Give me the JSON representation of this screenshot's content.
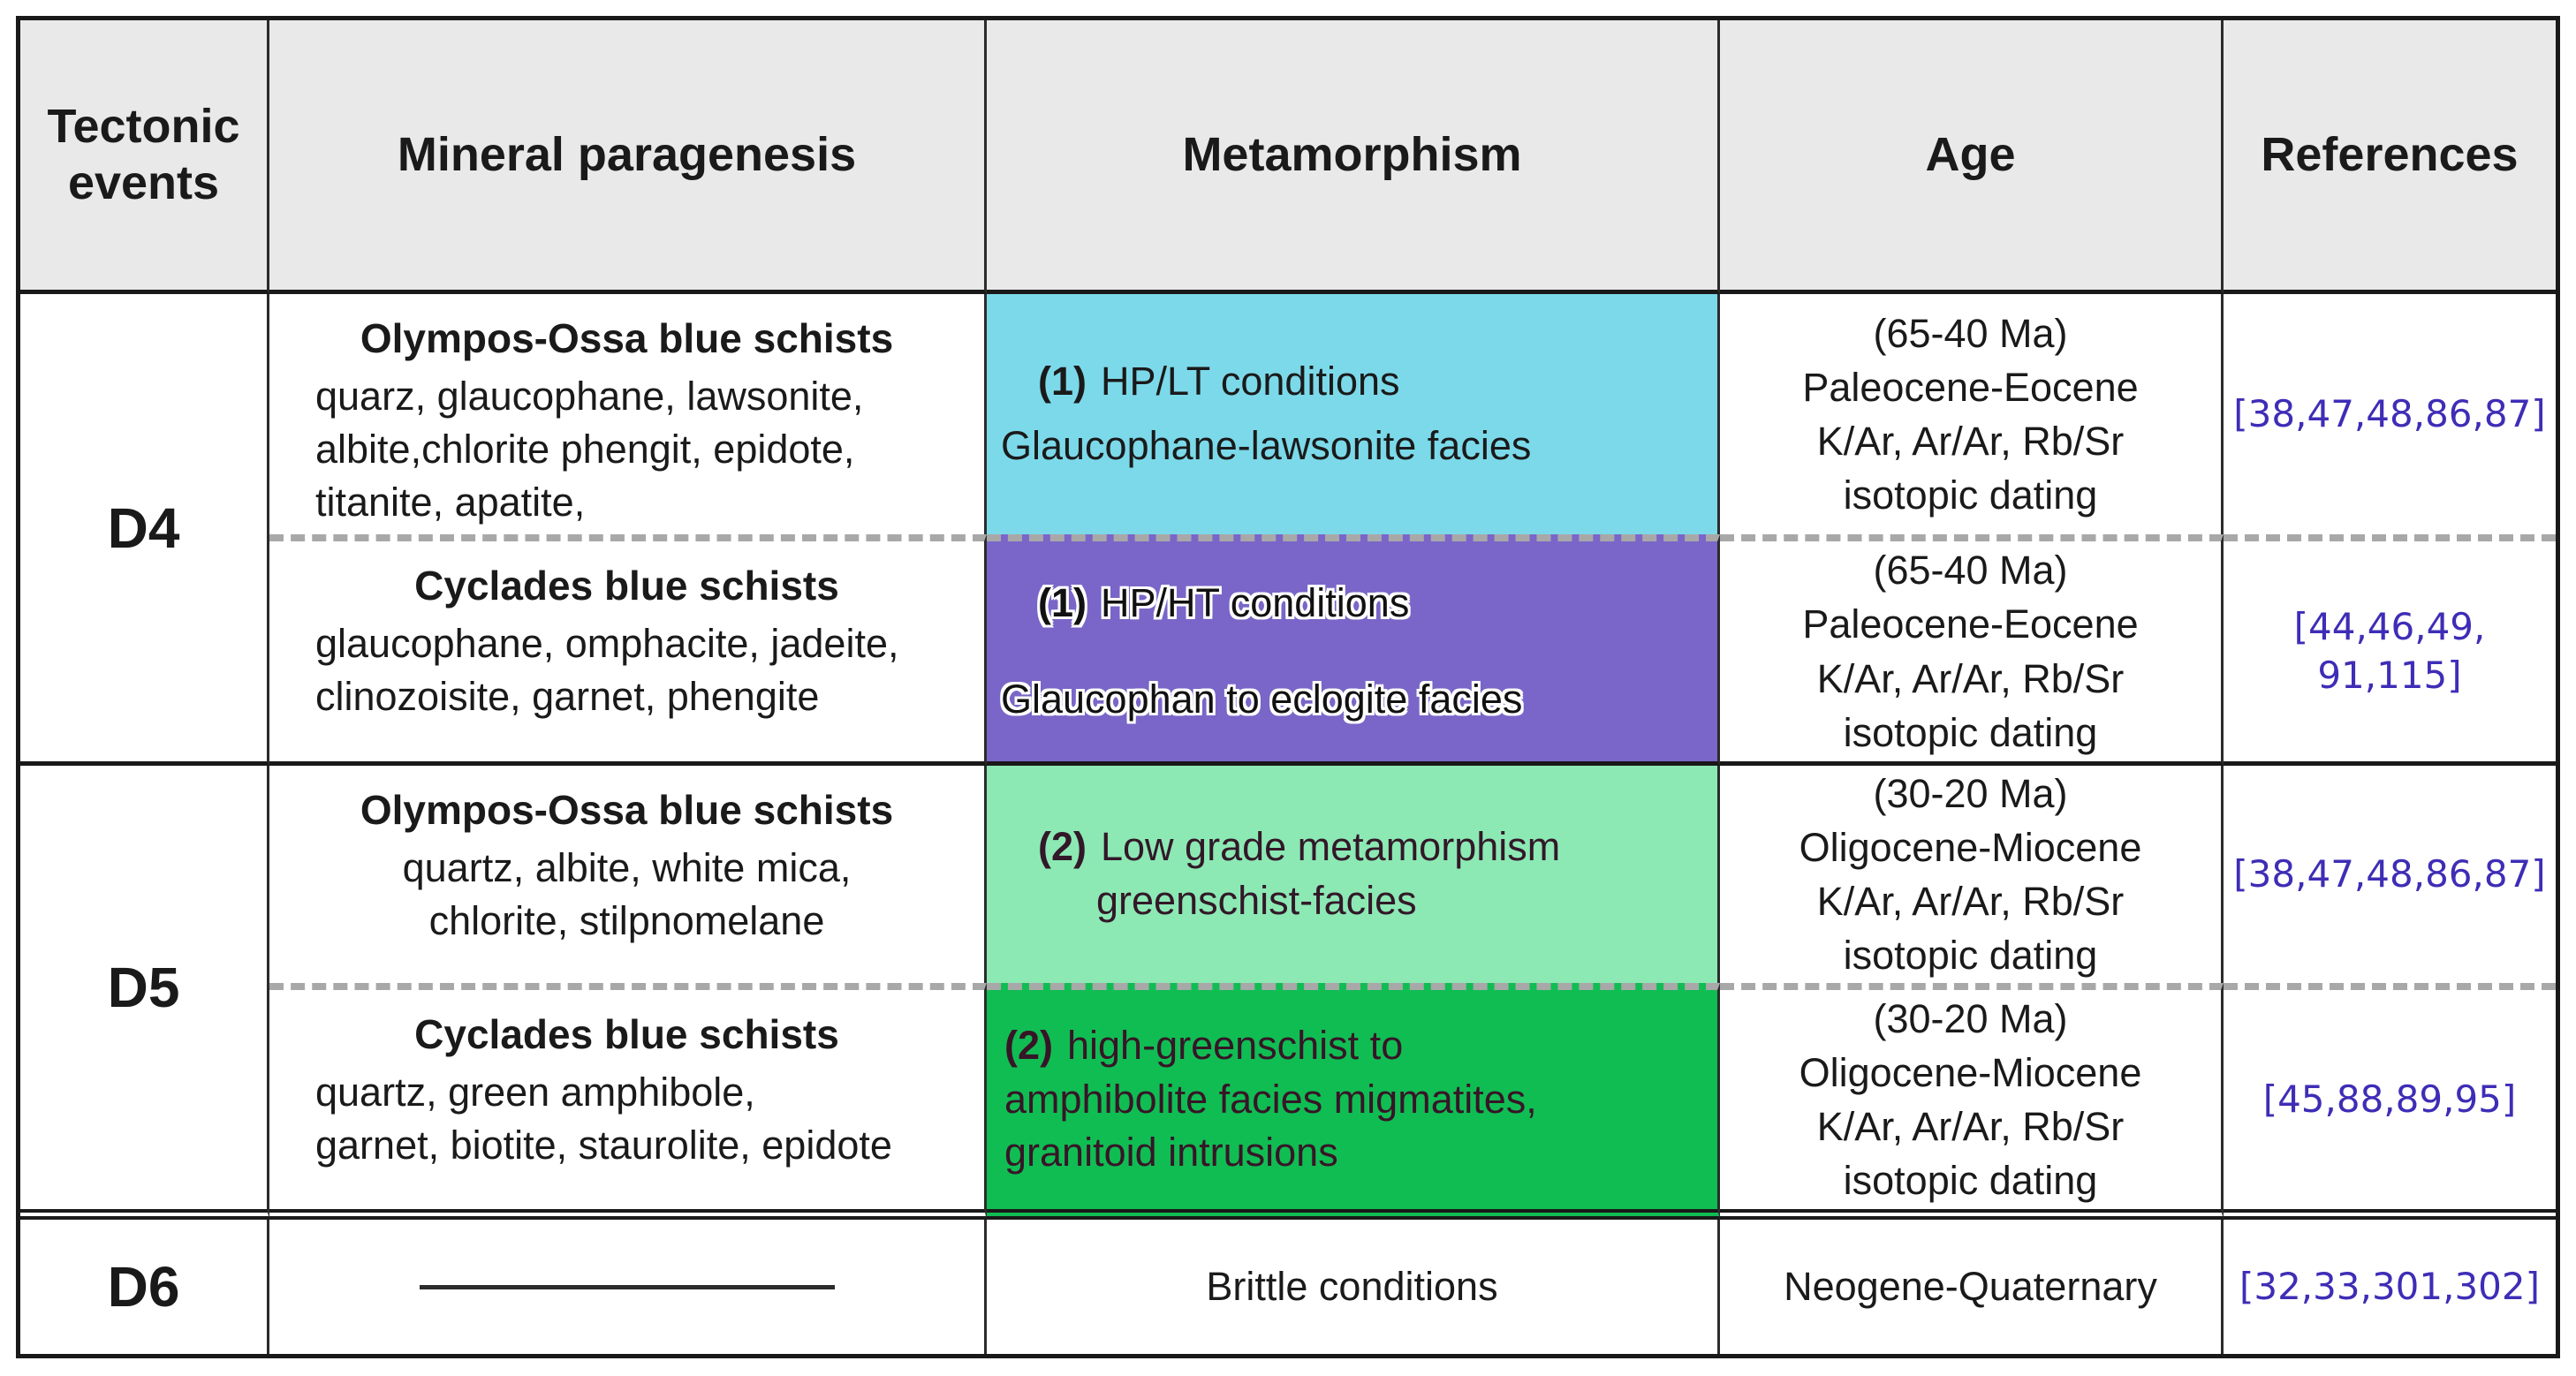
{
  "header": {
    "columns": [
      "Tectonic events",
      "Mineral paragenesis",
      "Metamorphism",
      "Age",
      "References"
    ]
  },
  "colors": {
    "header_bg": "#e9e9e9",
    "hplt_cyan": "#7cd9e9",
    "hpht_purple": "#7a66c8",
    "low_grade_green": "#8ce9b4",
    "high_grade_green": "#10bd53",
    "reference_text": "#3e2db6",
    "dashed_divider": "#a8a8a8",
    "grid_line": "#2b2b2b"
  },
  "events": [
    {
      "label": "D4",
      "sub": [
        {
          "title": "Olympos-Ossa blue schists",
          "minerals": [
            "quarz, glaucophane, lawsonite,",
            "albite,chlorite phengit, epidote,",
            "titanite, apatite,"
          ],
          "met_num": "(1)",
          "met_l1": "HP/LT conditions",
          "met_l2": "Glaucophane-lawsonite facies",
          "age": [
            "(65-40 Ma)",
            "Paleocene-Eocene",
            "K/Ar, Ar/Ar, Rb/Sr",
            "isotopic dating"
          ],
          "refs": [
            "[38,47,48,86,87]"
          ]
        },
        {
          "title": "Cyclades blue schists",
          "minerals": [
            "glaucophane, omphacite, jadeite,",
            "clinozoisite, garnet, phengite"
          ],
          "met_num": "(1)",
          "met_l1": "HP/HT conditions",
          "met_l2": "Glaucophan to eclogite facies",
          "age": [
            "(65-40 Ma)",
            "Paleocene-Eocene",
            "K/Ar, Ar/Ar, Rb/Sr",
            "isotopic dating"
          ],
          "refs": [
            "[44,46,49,",
            "91,115]"
          ]
        }
      ]
    },
    {
      "label": "D5",
      "sub": [
        {
          "title": "Olympos-Ossa blue schists",
          "minerals": [
            "quartz, albite, white mica,",
            "chlorite, stilpnomelane"
          ],
          "met_num": "(2)",
          "met_l1": "Low grade metamorphism",
          "met_l2": "greenschist-facies",
          "age": [
            "(30-20 Ma)",
            "Oligocene-Miocene",
            "K/Ar, Ar/Ar, Rb/Sr",
            "isotopic dating"
          ],
          "refs": [
            "[38,47,48,86,87]"
          ]
        },
        {
          "title": "Cyclades blue schists",
          "minerals": [
            "quartz, green amphibole,",
            "garnet, biotite, staurolite, epidote"
          ],
          "met_num": "(2)",
          "met_lines": [
            "high-greenschist to",
            "amphibolite facies migmatites,",
            "granitoid intrusions"
          ],
          "age": [
            "(30-20 Ma)",
            "Oligocene-Miocene",
            "K/Ar, Ar/Ar, Rb/Sr",
            "isotopic dating"
          ],
          "refs": [
            "[45,88,89,95]"
          ]
        }
      ]
    },
    {
      "label": "D6",
      "metamorphism": "Brittle conditions",
      "age": "Neogene-Quaternary",
      "refs": "[32,33,301,302]"
    }
  ]
}
